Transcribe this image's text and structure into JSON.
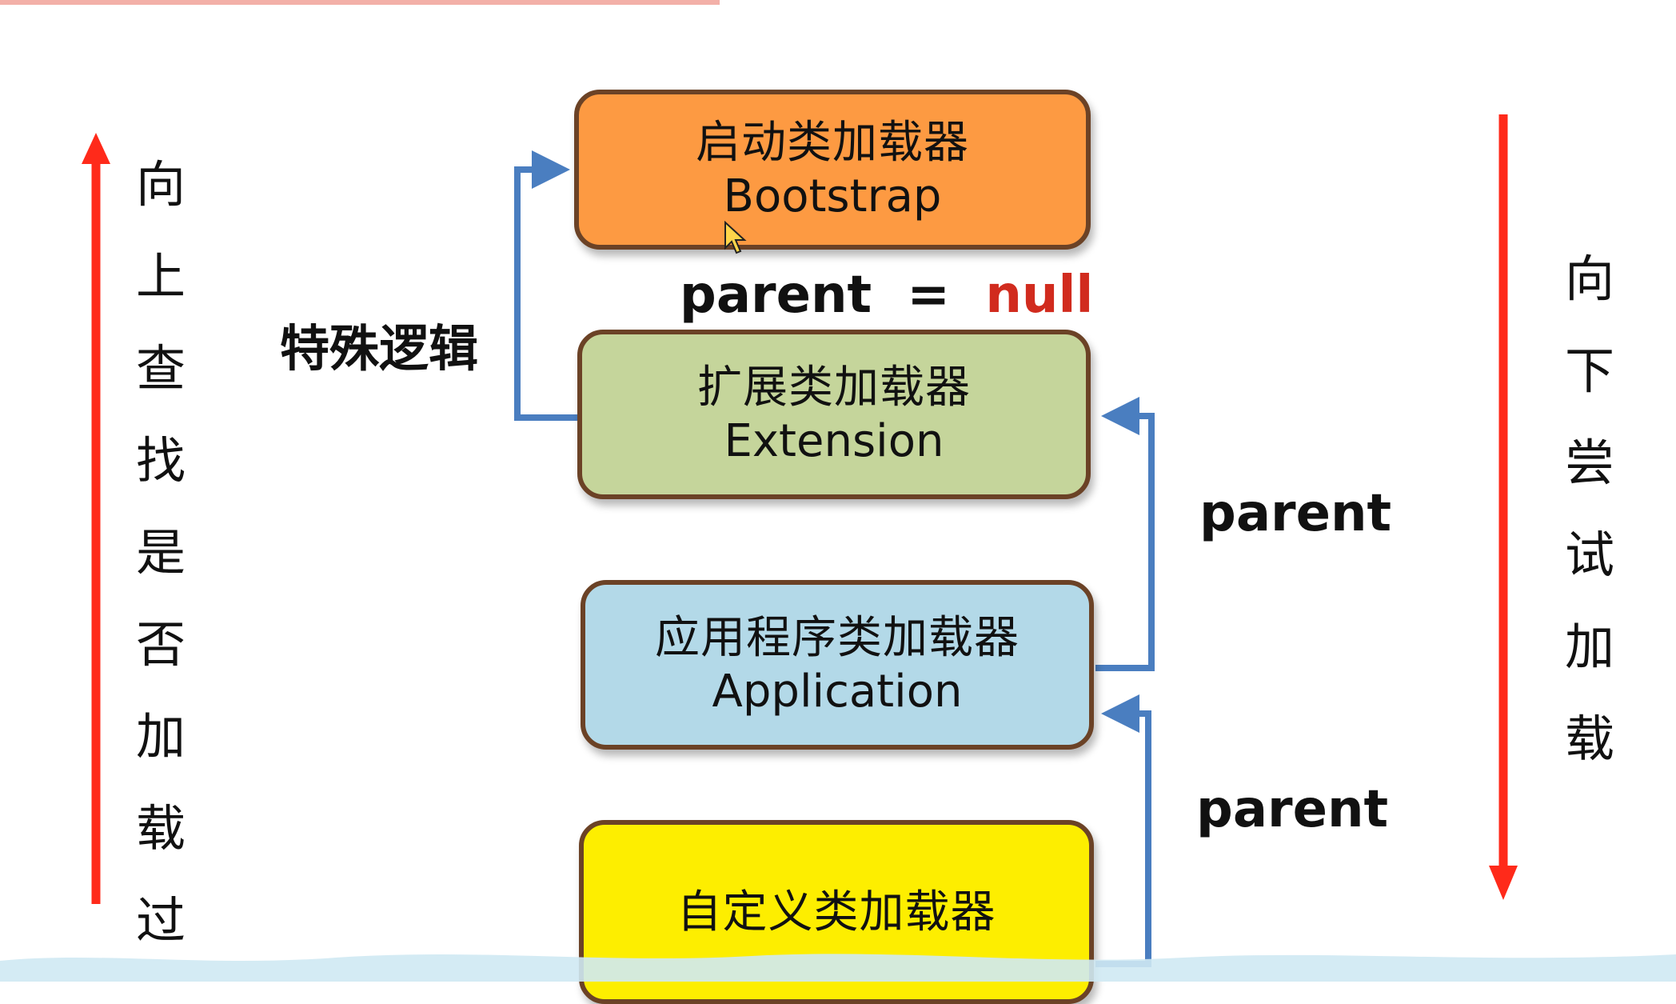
{
  "top_text_partial": "",
  "left_side": {
    "chars": [
      "向",
      "上",
      "查",
      "找",
      "是",
      "否",
      "加",
      "载",
      "过"
    ]
  },
  "right_side": {
    "chars": [
      "向",
      "下",
      "尝",
      "试",
      "加",
      "载"
    ]
  },
  "special_logic_label": "特殊逻辑",
  "parent_null": {
    "word": "parent",
    "equals": "=",
    "value": "null"
  },
  "parent_labels": [
    "parent",
    "parent"
  ],
  "boxes": [
    {
      "id": "bootstrap",
      "cn": "启动类加载器",
      "en": "Bootstrap",
      "color": "#fd9a42"
    },
    {
      "id": "extension",
      "cn": "扩展类加载器",
      "en": "Extension",
      "color": "#c5d59b"
    },
    {
      "id": "application",
      "cn": "应用程序类加载器",
      "en": "Application",
      "color": "#b3d9e8"
    },
    {
      "id": "custom",
      "cn": "自定义类加载器",
      "en": "",
      "color": "#fdee00"
    }
  ],
  "colors": {
    "arrow_red": "#ff2a1a",
    "connector_blue": "#4a7ec0",
    "null_red": "#d12b1e",
    "box_border": "#6b4226"
  }
}
